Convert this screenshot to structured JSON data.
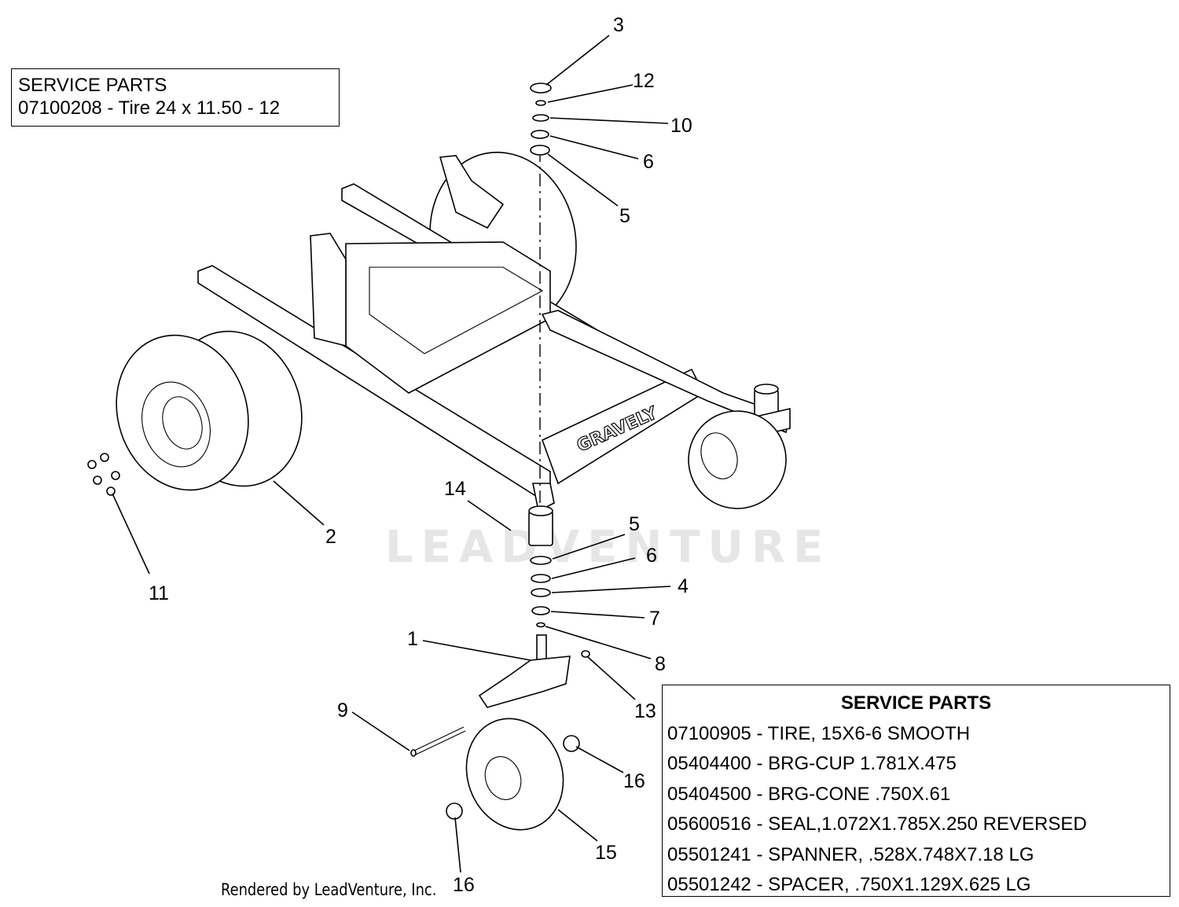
{
  "watermark": "LEADVENTURE",
  "brand_mark": "GRAVELY",
  "tire_box": {
    "title": "SERVICE PARTS",
    "line": "07100208 - Tire  24 x 11.50 - 12"
  },
  "service_box": {
    "title": "SERVICE PARTS",
    "rows": [
      "07100905 - TIRE, 15X6-6 SMOOTH",
      "05404400 - BRG-CUP 1.781X.475",
      "05404500 - BRG-CONE .750X.61",
      "05600516 - SEAL,1.072X1.785X.250 REVERSED",
      "05501241 - SPANNER, .528X.748X7.18 LG",
      "05501242 - SPACER, .750X1.129X.625 LG"
    ]
  },
  "credit": "Rendered by LeadVenture, Inc.",
  "callouts": {
    "c3": "3",
    "c12": "12",
    "c10": "10",
    "c6a": "6",
    "c5a": "5",
    "c14": "14",
    "c5b": "5",
    "c6b": "6",
    "c4": "4",
    "c7": "7",
    "c8": "8",
    "c1": "1",
    "c13": "13",
    "c9": "9",
    "c16a": "16",
    "c16b": "16",
    "c15": "15",
    "c2": "2",
    "c11": "11"
  }
}
